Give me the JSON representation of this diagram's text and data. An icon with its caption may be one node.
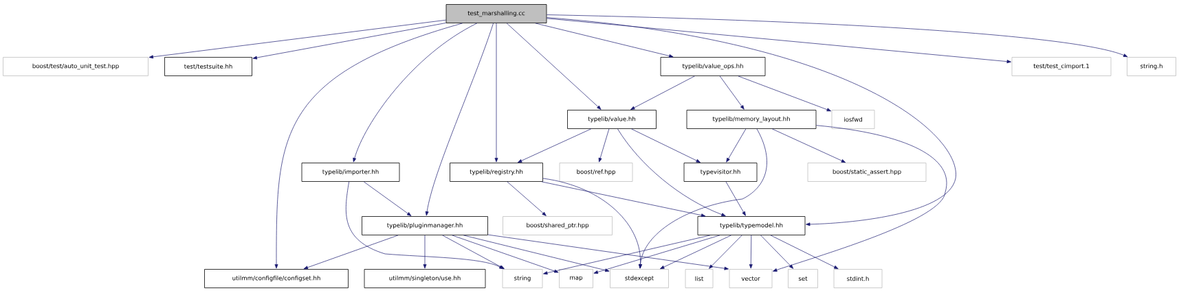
{
  "diagram": {
    "nodes": [
      {
        "text": [
          "test_marshalling.cc"
        ]
      },
      {
        "text": [
          "boost/test/auto_unit_test.hpp"
        ]
      },
      {
        "text": [
          "test/testsuite.hh"
        ]
      },
      {
        "text": [
          "typelib/value_ops.hh"
        ]
      },
      {
        "text": [
          "test/test_cimport.1"
        ]
      },
      {
        "text": [
          "string.h"
        ]
      },
      {
        "text": [
          "typelib/value.hh"
        ]
      },
      {
        "text": [
          "typelib/memory_layout.hh"
        ]
      },
      {
        "text": [
          "iosfwd"
        ]
      },
      {
        "text": [
          "typelib/importer.hh"
        ]
      },
      {
        "text": [
          "typelib/registry.hh"
        ]
      },
      {
        "text": [
          "boost/ref.hpp"
        ]
      },
      {
        "text": [
          "typevisitor.hh"
        ]
      },
      {
        "text": [
          "boost/static_assert.hpp"
        ]
      },
      {
        "text": [
          "typelib/pluginmanager.hh"
        ]
      },
      {
        "text": [
          "boost/shared_ptr.hpp"
        ]
      },
      {
        "text": [
          "typelib/typemodel.hh"
        ]
      },
      {
        "text": [
          "utilmm/configfile/configset.hh"
        ]
      },
      {
        "text": [
          "utilmm/singleton/use.hh"
        ]
      },
      {
        "text": [
          "string"
        ]
      },
      {
        "text": [
          "map"
        ]
      },
      {
        "text": [
          "stdexcept"
        ]
      },
      {
        "text": [
          "list"
        ]
      },
      {
        "text": [
          "vector"
        ]
      },
      {
        "text": [
          "set"
        ]
      },
      {
        "text": [
          "stdint.h"
        ]
      }
    ],
    "edges": [
      {
        "from": 0,
        "to": 1,
        "arrow": "to"
      },
      {
        "from": 0,
        "to": 2,
        "arrow": "to"
      },
      {
        "from": 0,
        "to": 17,
        "arrow": "to"
      },
      {
        "from": 0,
        "to": 9,
        "arrow": "to"
      },
      {
        "from": 0,
        "to": 14,
        "arrow": "to"
      },
      {
        "from": 0,
        "to": 10,
        "arrow": "to"
      },
      {
        "from": 0,
        "to": 6,
        "arrow": "to"
      },
      {
        "from": 0,
        "to": 3,
        "arrow": "to"
      },
      {
        "from": 0,
        "to": 16,
        "arrow": "to"
      },
      {
        "from": 0,
        "to": 4,
        "arrow": "to"
      },
      {
        "from": 0,
        "to": 5,
        "arrow": "to"
      },
      {
        "from": 3,
        "to": 6,
        "arrow": "to"
      },
      {
        "from": 3,
        "to": 7,
        "arrow": "to"
      },
      {
        "from": 3,
        "to": 8,
        "arrow": "to"
      },
      {
        "from": 6,
        "to": 10,
        "arrow": "to"
      },
      {
        "from": 6,
        "to": 11,
        "arrow": "to"
      },
      {
        "from": 6,
        "to": 12,
        "arrow": "to"
      },
      {
        "from": 6,
        "to": 16,
        "arrow": "to"
      },
      {
        "from": 7,
        "to": 12,
        "arrow": "to"
      },
      {
        "from": 7,
        "to": 21,
        "arrow": "to"
      },
      {
        "from": 7,
        "to": 13,
        "arrow": "to"
      },
      {
        "from": 7,
        "to": 23,
        "arrow": "to"
      },
      {
        "from": 9,
        "to": 14,
        "arrow": "to"
      },
      {
        "from": 9,
        "to": 19,
        "arrow": "to"
      },
      {
        "from": 10,
        "to": 15,
        "arrow": "to"
      },
      {
        "from": 10,
        "to": 21,
        "arrow": "to"
      },
      {
        "from": 10,
        "to": 16,
        "arrow": "to"
      },
      {
        "from": 12,
        "to": 16,
        "arrow": "to"
      },
      {
        "from": 14,
        "to": 17,
        "arrow": "to"
      },
      {
        "from": 14,
        "to": 18,
        "arrow": "to"
      },
      {
        "from": 14,
        "to": 19,
        "arrow": "to"
      },
      {
        "from": 14,
        "to": 20,
        "arrow": "to"
      },
      {
        "from": 14,
        "to": 21,
        "arrow": "to"
      },
      {
        "from": 14,
        "to": 23,
        "arrow": "to"
      },
      {
        "from": 16,
        "to": 19,
        "arrow": "to"
      },
      {
        "from": 16,
        "to": 20,
        "arrow": "to"
      },
      {
        "from": 16,
        "to": 21,
        "arrow": "to"
      },
      {
        "from": 16,
        "to": 22,
        "arrow": "to"
      },
      {
        "from": 16,
        "to": 23,
        "arrow": "to"
      },
      {
        "from": 16,
        "to": 24,
        "arrow": "to"
      },
      {
        "from": 16,
        "to": 25,
        "arrow": "to"
      }
    ]
  }
}
